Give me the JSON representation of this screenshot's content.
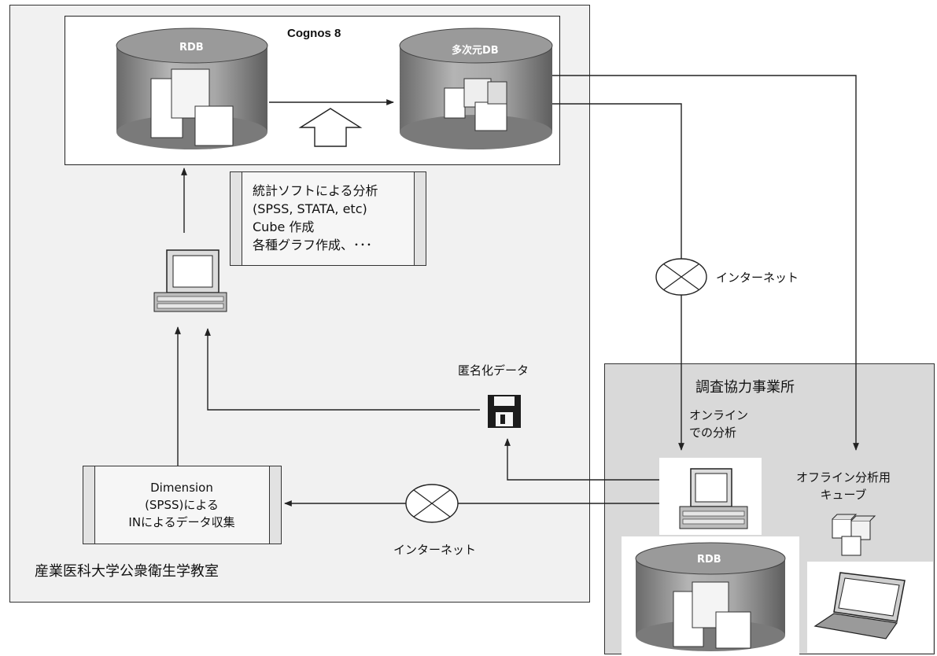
{
  "cognos": {
    "title": "Cognos 8",
    "rdb_label": "RDB",
    "mddb_label": "多次元DB"
  },
  "analysis_box": {
    "lines": [
      "統計ソフトによる分析",
      "(SPSS, STATA, etc)",
      "Cube 作成",
      "各種グラフ作成、･･･"
    ]
  },
  "dimension_box": {
    "lines": [
      "Dimension",
      "(SPSS)による",
      "INによるデータ収集"
    ]
  },
  "internet_right_label": "インターネット",
  "internet_bottom_label": "インターネット",
  "anonymized_data_label": "匿名化データ",
  "university_label": "産業医科大学公衆衛生学教室",
  "site": {
    "title": "調査協力事業所",
    "online_lines": [
      "オンライン",
      "での分析"
    ],
    "offline_lines": [
      "オフライン分析用",
      "キューブ"
    ],
    "rdb_label": "RDB"
  }
}
